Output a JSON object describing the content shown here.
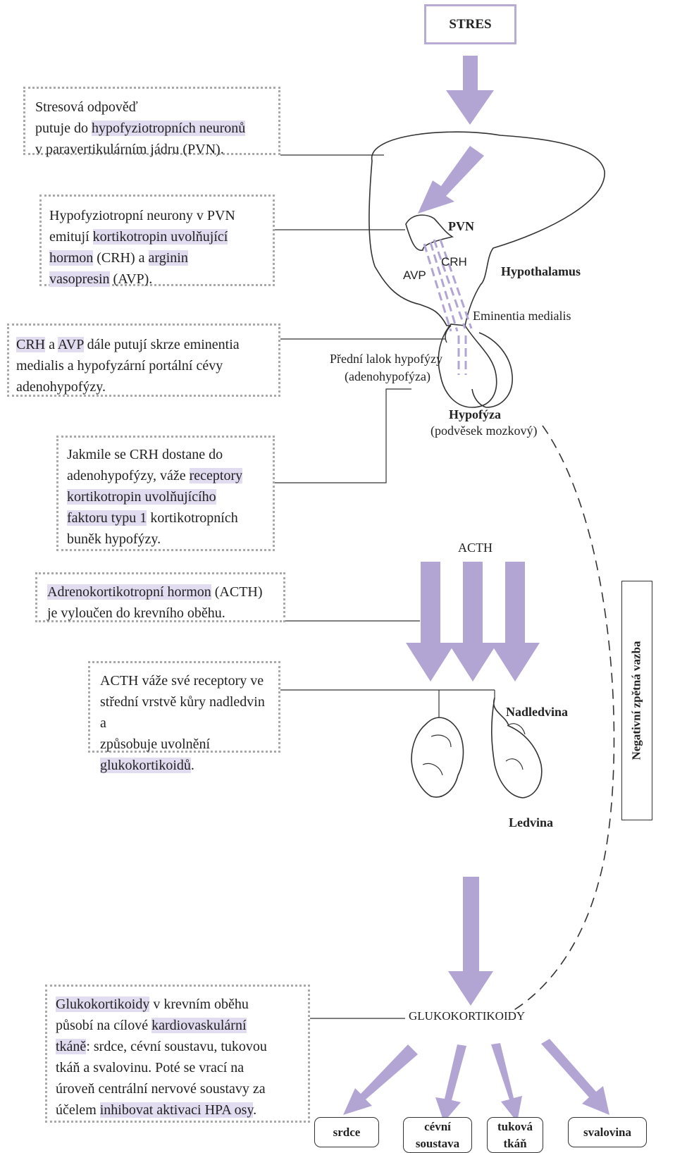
{
  "header": {
    "stres": "STRES"
  },
  "notes": {
    "n1": {
      "l1": "Stresová odpověď",
      "l2a": "putuje do ",
      "l2h": "hypofyziotropních neuronů",
      "l3": "v paravertikulárním jádru (PVN)."
    },
    "n2": {
      "l1": "Hypofyziotropní neurony v PVN",
      "l2a": "emitují ",
      "l2h": "kortikotropin uvolňující",
      "l3h": "hormon",
      "l3a": " (CRH) a ",
      "l3h2": "arginin",
      "l4h": "vasopresin",
      "l4a": " (AVP)."
    },
    "n3": {
      "l1h": "CRH",
      "l1a": " a ",
      "l1h2": "AVP",
      "l1b": " dále putují skrze eminentia",
      "l2": "medialis a hypofyzární portální cévy",
      "l3": "adenohypofýzy."
    },
    "n4": {
      "l1": "Jakmile se CRH dostane do",
      "l2a": "adenohypofýzy, váže ",
      "l2h": "receptory",
      "l3h": "kortikotropin uvolňujícího",
      "l4h": "faktoru typu 1",
      "l4a": " kortikotropních",
      "l5": "buněk hypofýzy."
    },
    "n5": {
      "l1h": "Adrenokortikotropní hormon",
      "l1a": " (ACTH)",
      "l2": "je vyloučen do krevního oběhu."
    },
    "n6": {
      "l1": "ACTH váže své receptory ve",
      "l2": "střední vrstvě kůry nadledvin a",
      "l3": "způsobuje uvolnění",
      "l4h": "glukokortikoidů",
      "l4a": "."
    },
    "n7": {
      "l1h": "Glukokortikoidy",
      "l1a": " v krevním oběhu",
      "l2a": "působí na cílové ",
      "l2h": "kardiovaskulární",
      "l3h": "tkáně",
      "l3a": ": srdce, cévní soustavu, tukovou",
      "l4": "tkáň a svalovinu. Poté se vrací na",
      "l5": "úroveň centrální nervové soustavy za",
      "l6a": "účelem ",
      "l6h": "inhibovat aktivaci HPA osy",
      "l6b": "."
    }
  },
  "labels": {
    "pvn": "PVN",
    "crh": "CRH",
    "avp": "AVP",
    "hypothalamus": "Hypothalamus",
    "eminentia": "Eminentia medialis",
    "anterior_l1": "Přední lalok hypofýzy",
    "anterior_l2": "(adenohypofýza)",
    "hypofyza": "Hypofýza",
    "hypofyza_sub": "(podvěsek mozkový)",
    "acth": "ACTH",
    "nadledvina": "Nadledvina",
    "ledvina": "Ledvina",
    "glukokortikoidy": "GLUKOKORTIKOIDY",
    "feedback": "Negativní zpětná vazba"
  },
  "targets": {
    "srdce": "srdce",
    "cevni_l1": "cévní",
    "cevni_l2": "soustava",
    "tukova_l1": "tuková",
    "tukova_l2": "tkáň",
    "svalovina": "svalovina"
  },
  "colors": {
    "arrow": "#b3a5d3",
    "highlight": "#e2dcf0",
    "dotted_border": "#a9a9a9",
    "line": "#333333"
  }
}
